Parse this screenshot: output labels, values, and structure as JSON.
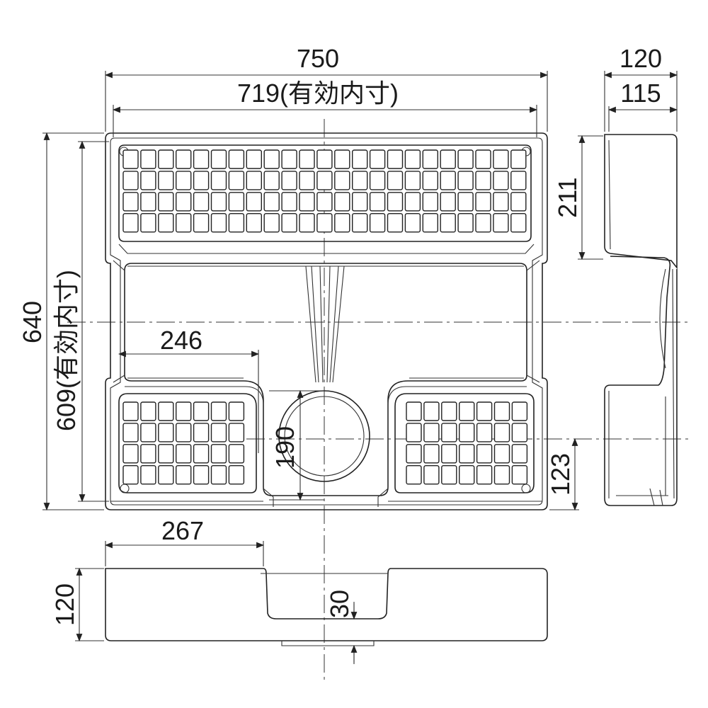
{
  "dimensions": {
    "top_width": "750",
    "inner_width": "719(有効内寸)",
    "side_width": "120",
    "side_inner": "115",
    "height_total": "640",
    "inner_height": "609(有効内寸)",
    "side_211": "211",
    "left_246": "246",
    "drain_190": "190",
    "right_123": "123",
    "bottom_267": "267",
    "front_120": "120",
    "depth_30": "30"
  }
}
